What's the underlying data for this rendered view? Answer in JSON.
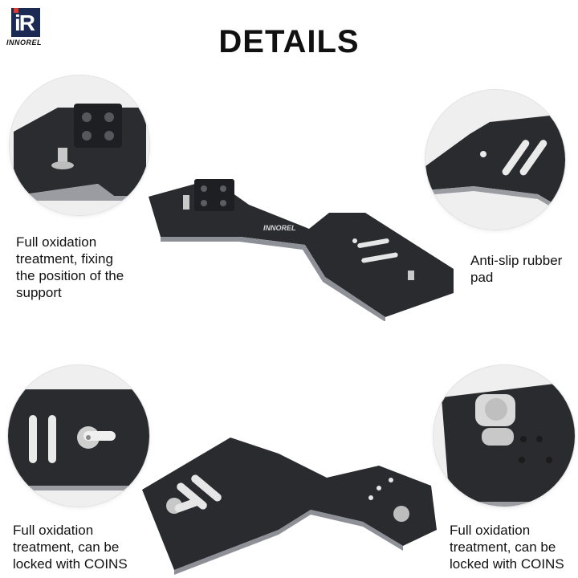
{
  "brand": {
    "logo_mark": "iR",
    "logo_text": "INNOREL"
  },
  "title": "DETAILS",
  "captions": {
    "top_left": [
      "Full oxidation",
      "treatment, fixing",
      "the position of the",
      "support"
    ],
    "top_right": [
      "Anti-slip rubber",
      "pad"
    ],
    "bottom_left": [
      "Full oxidation",
      "treatment, can be",
      "locked with COINS"
    ],
    "bottom_right": [
      "Full oxidation",
      "treatment, can be",
      "locked with COINS"
    ]
  },
  "product_engraving": "INNOREL",
  "colors": {
    "metal": "#2a2b2f",
    "metal_edge": "#8d9096",
    "background": "#ffffff",
    "logo_bg": "#1b2a52",
    "logo_accent": "#e03a2f"
  }
}
